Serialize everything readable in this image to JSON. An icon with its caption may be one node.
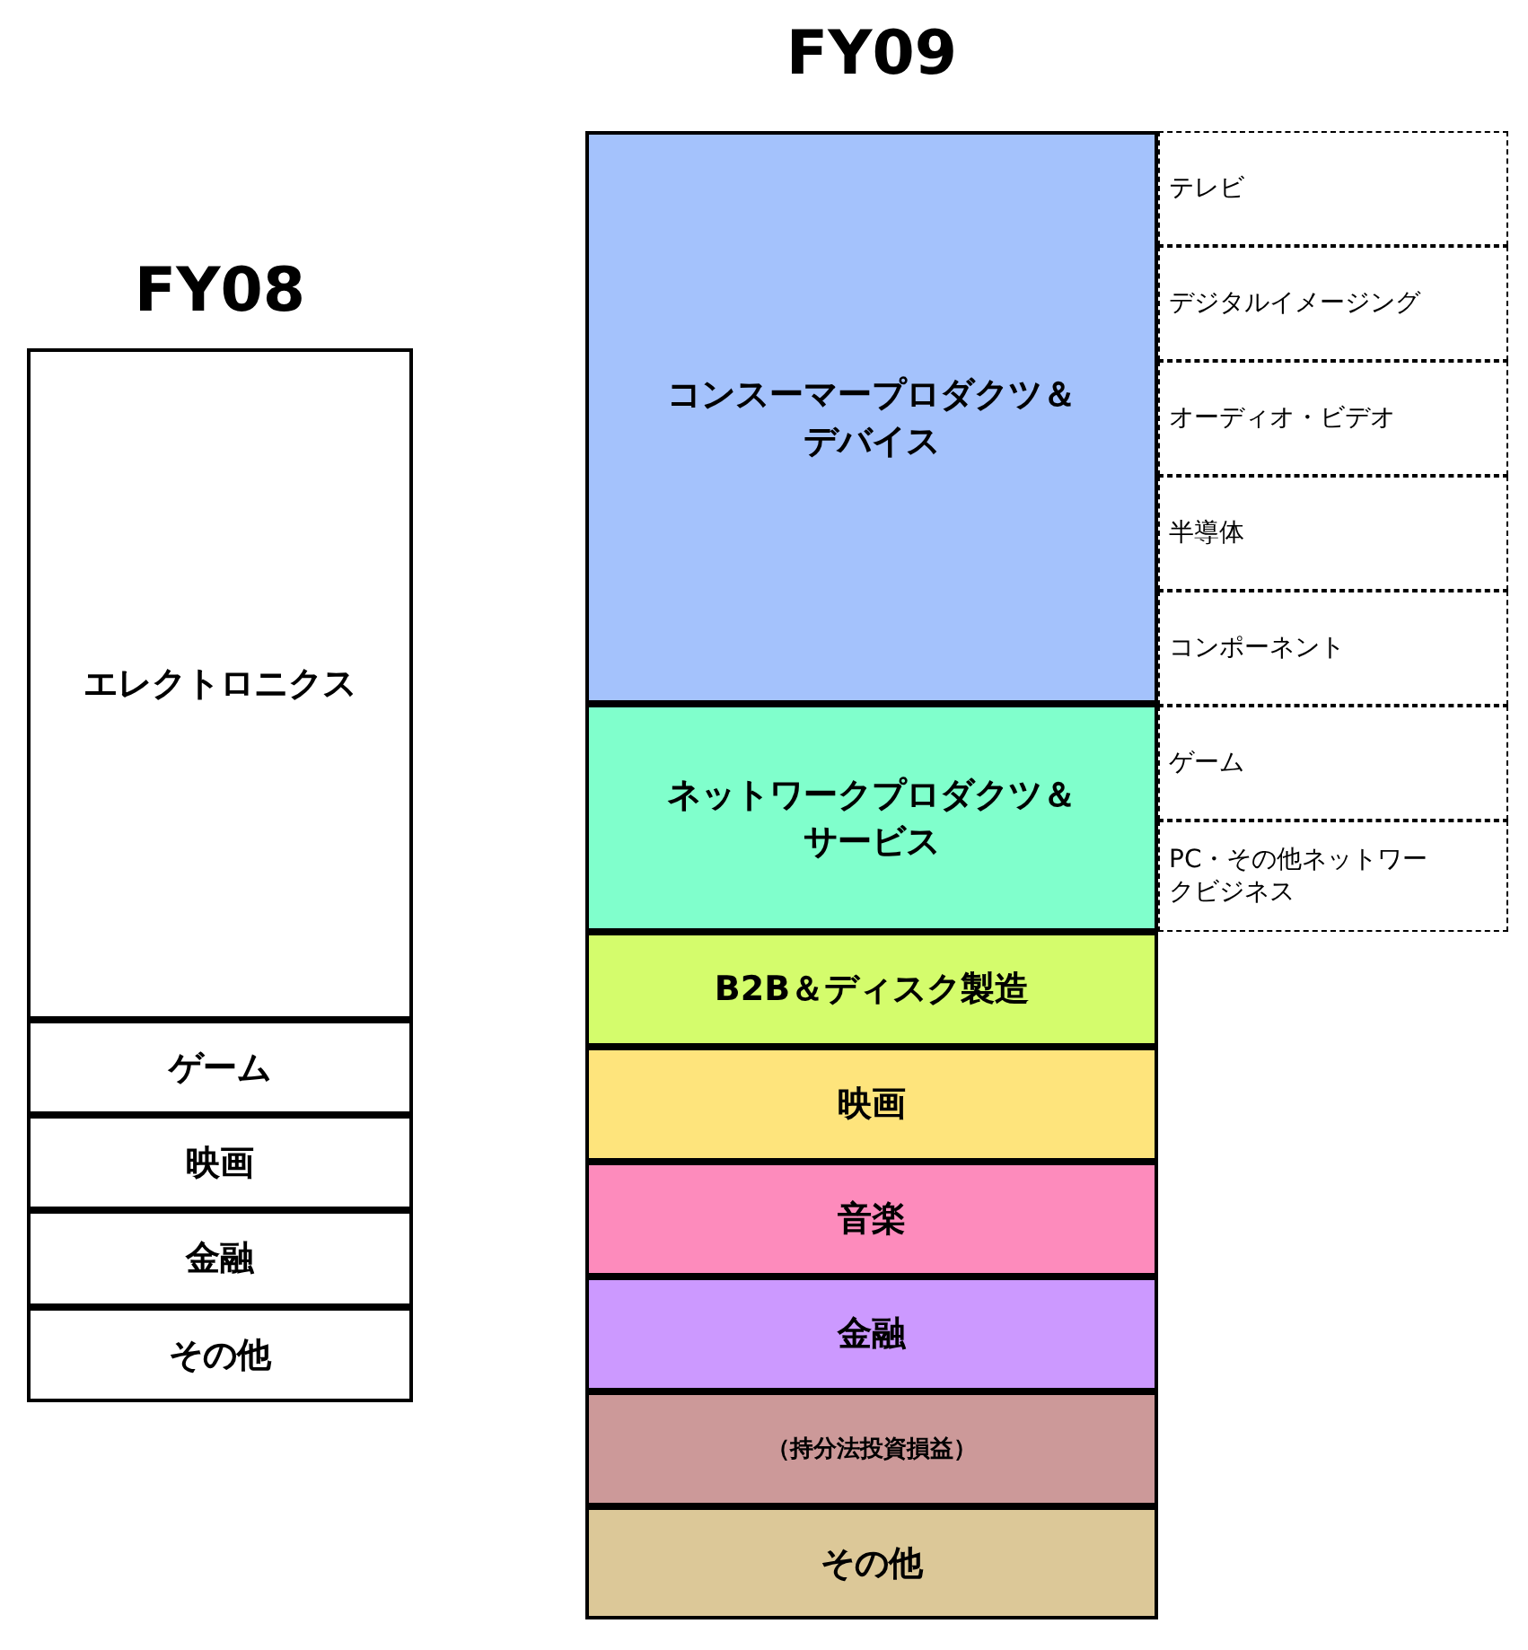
{
  "diagram": {
    "nodes": [
      {
        "text": [
          "エレクトロニクス"
        ]
      },
      {
        "text": [
          "ゲーム"
        ]
      },
      {
        "text": [
          "映画"
        ]
      },
      {
        "text": [
          "金融"
        ]
      },
      {
        "text": [
          "その他"
        ]
      },
      {
        "text": [
          "コンスーマープロダクツ＆デバイス"
        ]
      },
      {
        "text": [
          "ネットワークプロダクツ＆サービス"
        ]
      },
      {
        "text": [
          "B2B＆ディスク製造"
        ]
      },
      {
        "text": [
          "映画"
        ]
      },
      {
        "text": [
          "音楽"
        ]
      },
      {
        "text": [
          "金融"
        ]
      },
      {
        "text": [
          "（持分法投資損益）"
        ]
      },
      {
        "text": [
          "その他"
        ]
      },
      {
        "text": [
          "テレビ"
        ]
      },
      {
        "text": [
          "デジタルイメージング"
        ]
      },
      {
        "text": [
          "オーディオ・ビデオ"
        ]
      },
      {
        "text": [
          "半導体"
        ]
      },
      {
        "text": [
          "コンポーネント"
        ]
      },
      {
        "text": [
          "ゲーム"
        ]
      },
      {
        "text": [
          "PC・その他ネットワークビジネス"
        ]
      }
    ],
    "labels": [
      "FY09",
      "FY08"
    ]
  }
}
